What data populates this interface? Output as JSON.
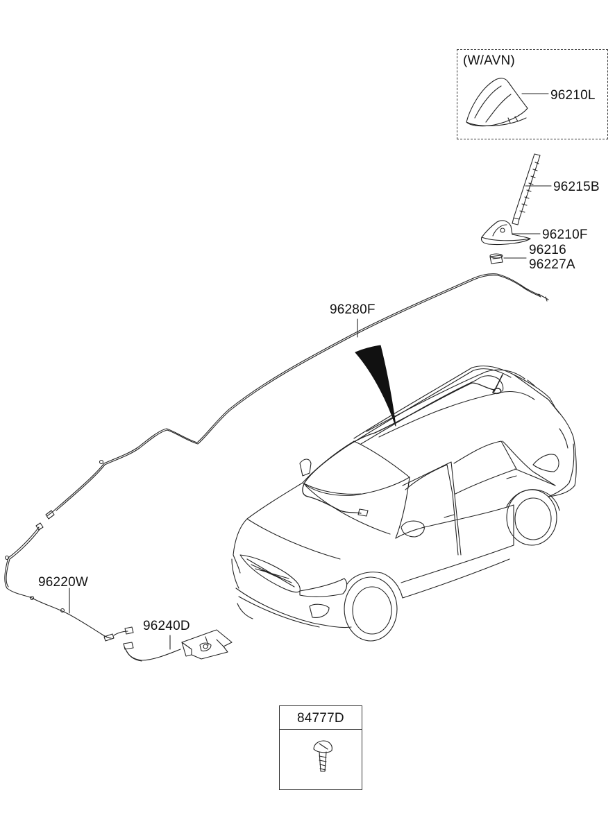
{
  "option_box": {
    "title": "(W/AVN)",
    "part": "96210L"
  },
  "parts": {
    "antenna_rod": "96215B",
    "antenna_base": "96210F",
    "nut_1": "96216",
    "nut_2": "96227A",
    "roof_feeder": "96280F",
    "extension_cable": "96220W",
    "amp_module": "96240D"
  },
  "screw_box": {
    "part": "84777D"
  }
}
